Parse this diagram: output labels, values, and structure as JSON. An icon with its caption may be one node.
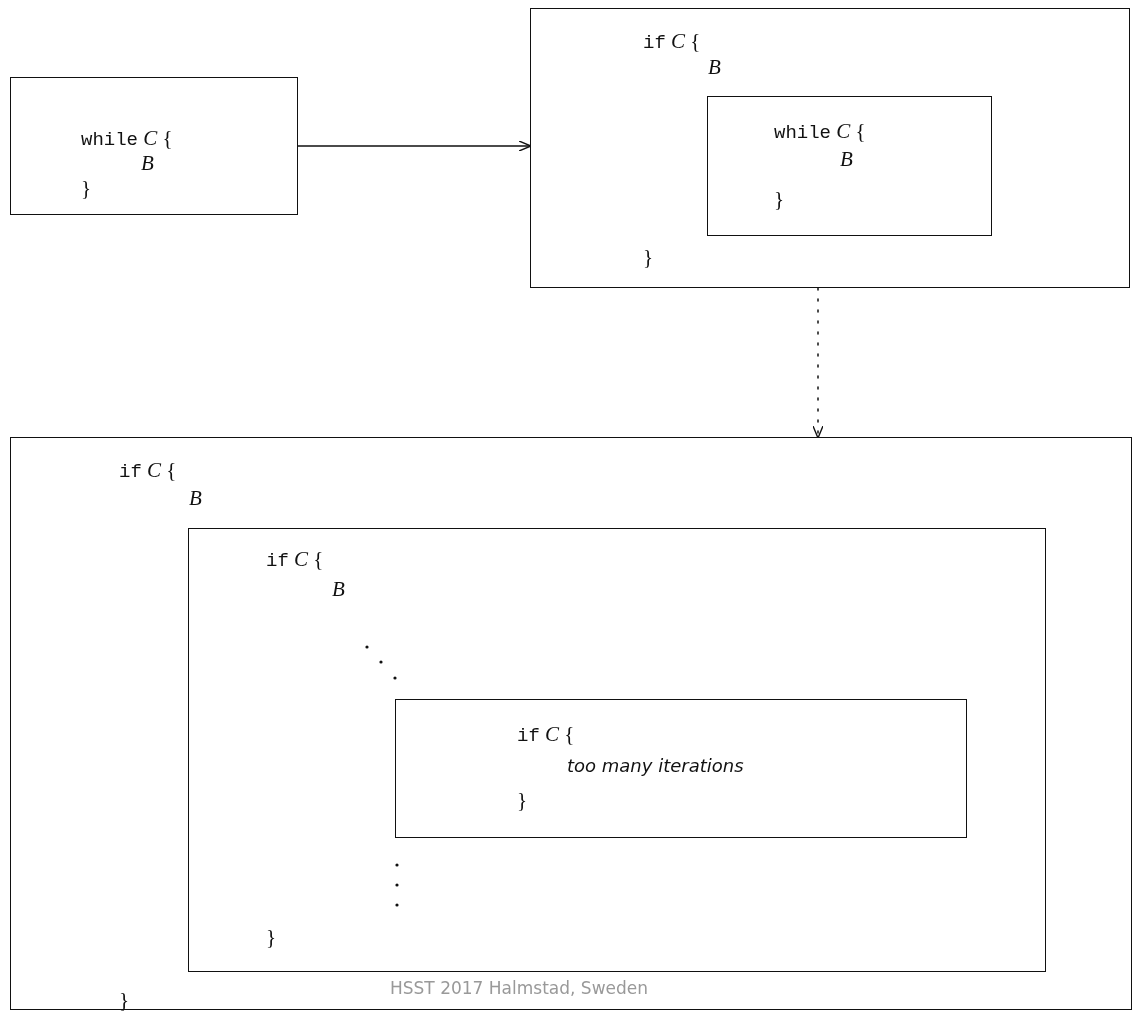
{
  "diagram": {
    "nodes": [
      {
        "text": [
          "while *C* {",
          "B",
          "}"
        ]
      },
      {
        "text": [
          "if *C* {",
          "B",
          "}"
        ]
      },
      {
        "text": [
          "while *C* {",
          "B",
          "}"
        ],
        "in": 1
      },
      {
        "text": [
          "if *C* {",
          "B",
          "}"
        ]
      },
      {
        "text": [
          "if *C* {",
          "B",
          "}"
        ],
        "in": 3
      },
      {
        "text": [
          "if *C* {",
          "too many iterations",
          "}"
        ],
        "in": 4
      }
    ],
    "edges": [
      {
        "from": 0,
        "to": 1,
        "arrow": "to"
      },
      {
        "from": 1,
        "to": 3,
        "arrow": "to",
        "style": "dashed"
      }
    ],
    "labels": [
      "HSST 2017 Halmstad, Sweden"
    ]
  }
}
